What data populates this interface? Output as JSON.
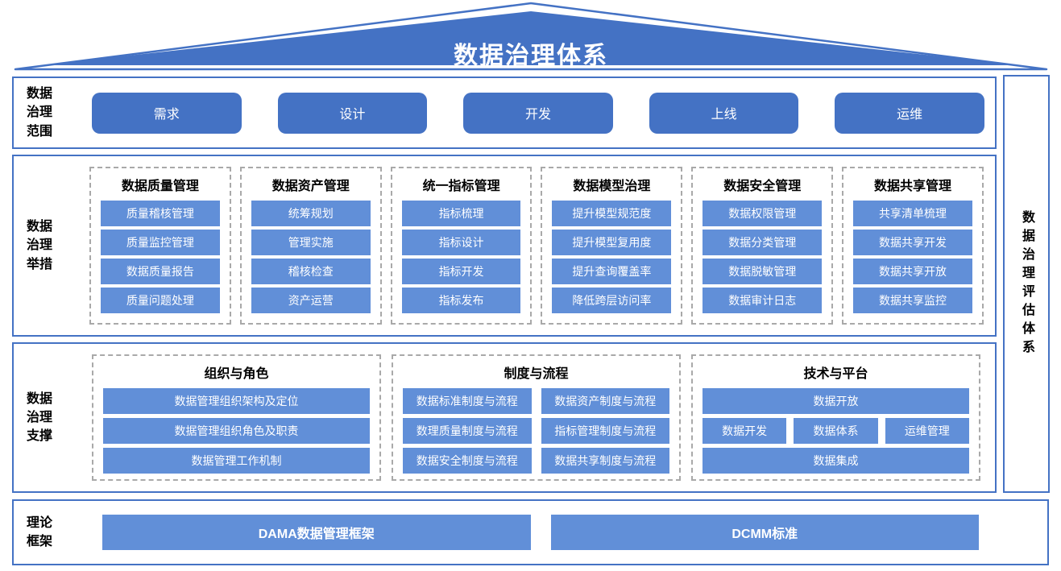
{
  "title": "数据治理体系",
  "colors": {
    "primary_blue": "#4472C4",
    "item_blue": "#618FD8",
    "dashed_gray": "#A9A9A9",
    "text_on_blue": "#FFFFFF",
    "text_dark": "#000000"
  },
  "scope": {
    "label": "数据\n治理\n范围",
    "items": [
      "需求",
      "设计",
      "开发",
      "上线",
      "运维"
    ]
  },
  "measures": {
    "label": "数据\n治理\n举措",
    "columns": [
      {
        "header": "数据质量管理",
        "items": [
          "质量稽核管理",
          "质量监控管理",
          "数据质量报告",
          "质量问题处理"
        ]
      },
      {
        "header": "数据资产管理",
        "items": [
          "统筹规划",
          "管理实施",
          "稽核检查",
          "资产运营"
        ]
      },
      {
        "header": "统一指标管理",
        "items": [
          "指标梳理",
          "指标设计",
          "指标开发",
          "指标发布"
        ]
      },
      {
        "header": "数据模型治理",
        "items": [
          "提升模型规范度",
          "提升模型复用度",
          "提升查询覆盖率",
          "降低跨层访问率"
        ]
      },
      {
        "header": "数据安全管理",
        "items": [
          "数据权限管理",
          "数据分类管理",
          "数据脱敏管理",
          "数据审计日志"
        ]
      },
      {
        "header": "数据共享管理",
        "items": [
          "共享清单梳理",
          "数据共享开发",
          "数据共享开放",
          "数据共享监控"
        ]
      }
    ]
  },
  "support": {
    "label": "数据\n治理\n支撑",
    "groups": [
      {
        "header": "组织与角色",
        "layout": "rows",
        "items": [
          "数据管理组织架构及定位",
          "数据管理组织角色及职责",
          "数据管理工作机制"
        ]
      },
      {
        "header": "制度与流程",
        "layout": "grid2",
        "items": [
          "数据标准制度与流程",
          "数据资产制度与流程",
          "数理质量制度与流程",
          "指标管理制度与流程",
          "数据安全制度与流程",
          "数据共享制度与流程"
        ]
      },
      {
        "header": "技术与平台",
        "layout": "mixed",
        "rows": [
          [
            "数据开放"
          ],
          [
            "数据开发",
            "数据体系",
            "运维管理"
          ],
          [
            "数据集成"
          ]
        ]
      }
    ]
  },
  "evaluation": {
    "label": "数据治理评估体系"
  },
  "theory": {
    "label": "理论\n框架",
    "items": [
      "DAMA数据管理框架",
      "DCMM标准"
    ]
  }
}
